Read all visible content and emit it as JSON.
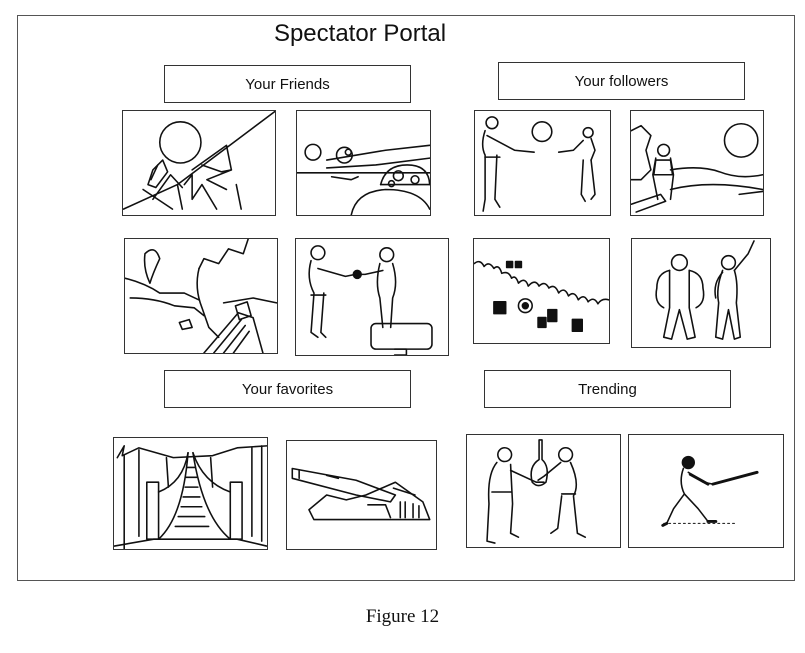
{
  "portal": {
    "title": "Spectator Portal",
    "sections": {
      "friends": {
        "label": "Your Friends",
        "thumbnails": [
          {
            "icon": "boulder-climber-icon",
            "description": "climber pushing boulder up mountain"
          },
          {
            "icon": "robot-droid-icon",
            "description": "droid robot with spaceship"
          }
        ],
        "thumbnails_row2": [
          {
            "icon": "shooter-landscape-icon",
            "description": "first-person gun over landscape"
          },
          {
            "icon": "handshake-icon",
            "description": "two men shaking hands over TV"
          }
        ]
      },
      "followers": {
        "label": "Your followers",
        "thumbnails": [
          {
            "icon": "ball-toss-icon",
            "description": "two players tossing ball"
          },
          {
            "icon": "astronaut-icon",
            "description": "astronaut on alien landscape with moon"
          }
        ],
        "thumbnails_row2": [
          {
            "icon": "strategy-map-icon",
            "description": "strategy game map with units"
          },
          {
            "icon": "heroes-icon",
            "description": "two superheroes from behind"
          }
        ]
      },
      "favorites": {
        "label": "Your favorites",
        "thumbnails": [
          {
            "icon": "rope-bridge-icon",
            "description": "rope bridge in canyon"
          },
          {
            "icon": "tank-icon",
            "description": "futuristic tank"
          }
        ]
      },
      "trending": {
        "label": "Trending",
        "thumbnails": [
          {
            "icon": "trophy-exchange-icon",
            "description": "two players exchanging trophy"
          },
          {
            "icon": "baseball-batter-icon",
            "description": "baseball batter swinging"
          }
        ]
      }
    }
  },
  "figure_caption": "Figure 12"
}
